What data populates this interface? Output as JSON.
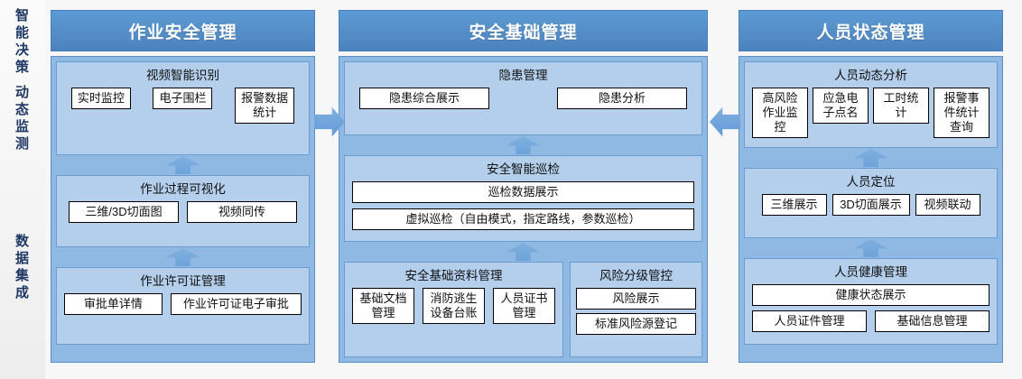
{
  "rail": {
    "top_label": "智能决策 动态监测",
    "top_chars": [
      "智",
      "能",
      "决",
      "策",
      "动",
      "态",
      "监",
      "测"
    ],
    "bottom_label": "数据集成",
    "bottom_chars": [
      "数",
      "据",
      "集",
      "成"
    ],
    "color": "#1f3864"
  },
  "theme": {
    "header_blue": "#5b9bd5",
    "panel_blue": "#8fb8e2",
    "section_blue": "#b4cfec",
    "border_blue": "#5b8fc9",
    "box_white": "#ffffff"
  },
  "connectors": {
    "col1_to_col2": "right-arrow",
    "col3_to_col2": "left-arrow",
    "internal": "up-arrow"
  },
  "columns": [
    {
      "id": "col-1",
      "title": "作业安全管理",
      "sections": [
        {
          "id": "c1-sec-1",
          "title": "视频智能识别",
          "boxes": [
            "实时监控",
            "电子围栏",
            "报警数据统计"
          ]
        },
        {
          "id": "c1-sec-2",
          "title": "作业过程可视化",
          "boxes": [
            "三维/3D切面图",
            "视频同传"
          ]
        },
        {
          "id": "c1-sec-3",
          "title": "作业许可证管理",
          "boxes": [
            "审批单详情",
            "作业许可证电子审批"
          ]
        }
      ]
    },
    {
      "id": "col-2",
      "title": "安全基础管理",
      "sections": [
        {
          "id": "c2-sec-1",
          "title": "隐患管理",
          "boxes": [
            "隐患综合展示",
            "隐患分析"
          ]
        },
        {
          "id": "c2-sec-2",
          "title": "安全智能巡检",
          "boxes": [
            "巡检数据展示",
            "虚拟巡检（自由模式，指定路线，参数巡检）"
          ]
        },
        {
          "id": "c2-sec-3",
          "title": "安全基础资料管理",
          "boxes": [
            "基础文档管理",
            "消防逃生设备台账",
            "人员证书管理"
          ]
        },
        {
          "id": "c2-sec-4",
          "title": "风险分级管控",
          "boxes": [
            "风险展示",
            "标准风险源登记"
          ]
        }
      ]
    },
    {
      "id": "col-3",
      "title": "人员状态管理",
      "sections": [
        {
          "id": "c3-sec-1",
          "title": "人员动态分析",
          "boxes": [
            "高风险作业监控",
            "应急电子点名",
            "工时统计",
            "报警事件统计查询"
          ]
        },
        {
          "id": "c3-sec-2",
          "title": "人员定位",
          "boxes": [
            "三维展示",
            "3D切面展示",
            "视频联动"
          ]
        },
        {
          "id": "c3-sec-3",
          "title": "人员健康管理",
          "boxes": [
            "健康状态展示",
            "人员证件管理",
            "基础信息管理"
          ]
        }
      ]
    }
  ]
}
